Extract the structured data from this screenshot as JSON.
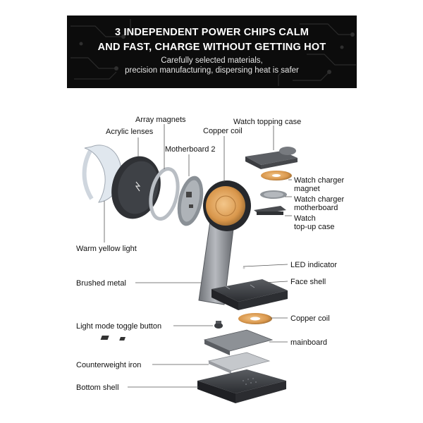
{
  "banner": {
    "headline_line1": "3 INDEPENDENT POWER CHIPS CALM",
    "headline_line2": "AND FAST, CHARGE WITHOUT GETTING HOT",
    "sub_line1": "Carefully selected materials,",
    "sub_line2": "precision manufacturing, dispersing heat is safer"
  },
  "labels": {
    "array_magnets": "Array magnets",
    "acrylic_lenses": "Acrylic lenses",
    "motherboard_2": "Motherboard 2",
    "copper_coil_top": "Copper coil",
    "watch_topping_case": "Watch topping case",
    "watch_charger_magnet_1": "Watch charger",
    "watch_charger_magnet_2": "magnet",
    "watch_charger_motherboard_1": "Watch charger",
    "watch_charger_motherboard_2": "motherboard",
    "watch_topup_case_1": "Watch",
    "watch_topup_case_2": "top-up case",
    "warm_yellow_light": "Warm yellow light",
    "led_indicator": "LED indicator",
    "brushed_metal": "Brushed metal",
    "face_shell": "Face shell",
    "copper_coil_bottom": "Copper coil",
    "light_mode_toggle": "Light mode toggle button",
    "mainboard": "mainboard",
    "counterweight_iron": "Counterweight iron",
    "bottom_shell": "Bottom shell"
  },
  "colors": {
    "banner_bg": "#0c0c0c",
    "copper": "#e0a35a",
    "metal": "#8a8d92",
    "dark_shell": "#3b3d42"
  }
}
